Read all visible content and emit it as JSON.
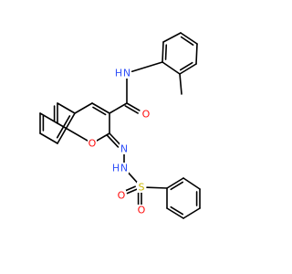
{
  "molecule": {
    "colors": {
      "bond": "#000000",
      "N": "#3050F8",
      "O": "#FF0D0D",
      "S": "#C8B400",
      "H": "#3050F8"
    },
    "atoms": {
      "N_amide": {
        "text": "N",
        "element": "N"
      },
      "H_amide": {
        "text": "H",
        "element": "H"
      },
      "O_carbonyl": {
        "text": "O",
        "element": "O"
      },
      "O_ring": {
        "text": "O",
        "element": "O"
      },
      "N_imine": {
        "text": "N",
        "element": "N"
      },
      "N_hydrazide": {
        "text": "N",
        "element": "N"
      },
      "H_hydrazide": {
        "text": "H",
        "element": "H"
      },
      "S": {
        "text": "S",
        "element": "S"
      },
      "O_sulfonyl_left": {
        "text": "O",
        "element": "O"
      },
      "O_sulfonyl_bottom": {
        "text": "O",
        "element": "O"
      }
    }
  }
}
